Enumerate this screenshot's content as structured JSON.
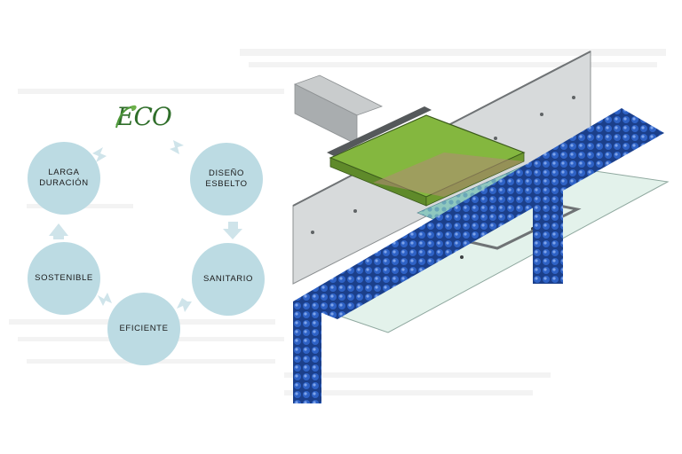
{
  "logo": {
    "text": "ECO"
  },
  "cycle": {
    "nodes": [
      {
        "id": "larga",
        "label": "LARGA\nDURACIÓN"
      },
      {
        "id": "diseno",
        "label": "DISEÑO\nESBELTO"
      },
      {
        "id": "sanitario",
        "label": "SANITARIO"
      },
      {
        "id": "eficiente",
        "label": "EFICIENTE"
      },
      {
        "id": "sostenible",
        "label": "SOSTENIBLE"
      }
    ]
  },
  "colors": {
    "node_fill": "#bcdbe3",
    "arrow": "#cfe4ea",
    "logo_green": "#2f6e2a",
    "chain_blue": "#1f4fa8",
    "panel_green": "#7fb23a",
    "frame_gray": "#b8bdbf"
  }
}
